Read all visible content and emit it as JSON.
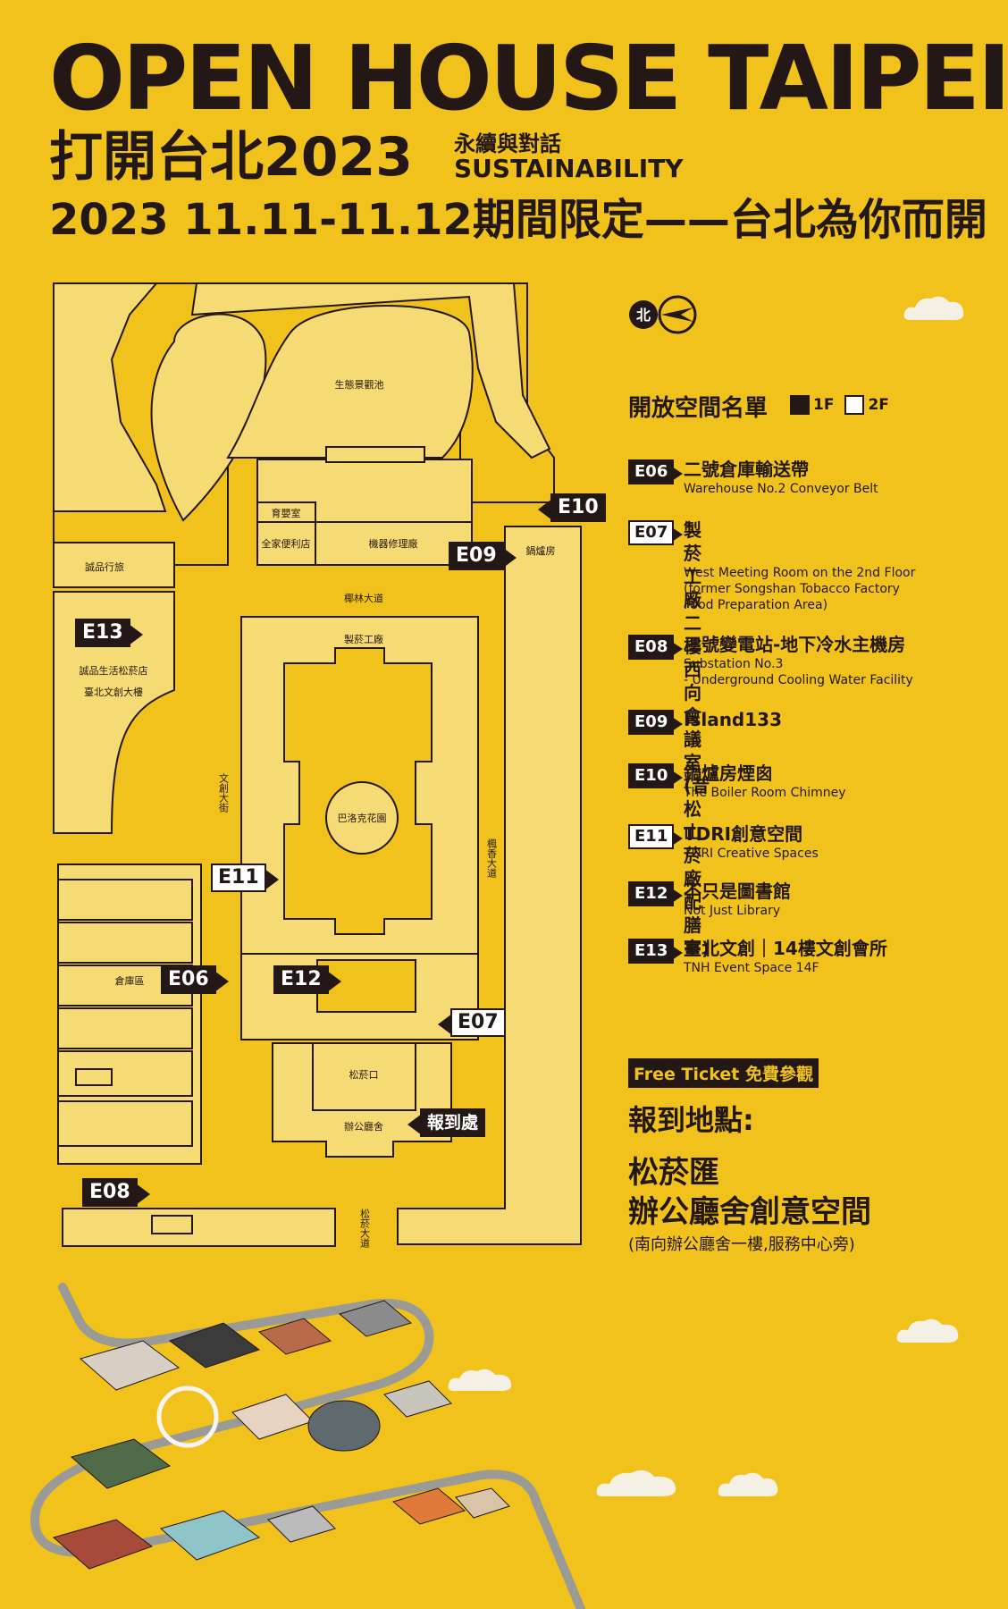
{
  "header": {
    "title": "OPEN HOUSE TAIPEI",
    "subtitle": "打開台北2023",
    "theme_zh": "永續與對話",
    "theme_en": "SUSTAINABILITY",
    "date_line": "2023 11.11-11.12期間限定——台北為你而開"
  },
  "map_labels": {
    "pond": "生態景觀池",
    "nursery": "育嬰室",
    "familymart": "全家便利店",
    "machine": "機器修理廠",
    "boiler": "鍋爐房",
    "eslite_hotel": "誠品行旅",
    "eslite_store": "誠品生活松菸店",
    "tnh": "臺北文創大樓",
    "palm_ave": "椰林大道",
    "factory": "製菸工廠",
    "baroque": "巴洛克花園",
    "wenchuang_st": "文創大街",
    "maple_ave": "楓香大道",
    "warehouse": "倉庫區",
    "songyan_gate": "松菸口",
    "office": "辦公廳舍",
    "songyan_ave": "松菸大道",
    "checkin_tag": "報到處"
  },
  "map_tags": [
    "E06",
    "E07",
    "E08",
    "E09",
    "E10",
    "E11",
    "E12",
    "E13"
  ],
  "north_label": "北",
  "list": {
    "header": "開放空間名單",
    "key_1f": "1F",
    "key_2f": "2F",
    "items": [
      {
        "code": "E06",
        "zh": "二號倉庫輸送帶",
        "en": "Warehouse No.2 Conveyor Belt",
        "floor": "1F"
      },
      {
        "code": "E07",
        "zh": "製菸工廠二樓西向會議室\n(昔松山菸廠配膳室)",
        "en": "West Meeting Room on the 2nd Floor\n(former Songshan Tobacco Factory\nFood Preparation Area)",
        "floor": "2F"
      },
      {
        "code": "E08",
        "zh": "三號變電站-地下冷水主機房",
        "en": "Substation No.3\n- Underground Cooling Water Facility",
        "floor": "1F"
      },
      {
        "code": "E09",
        "zh": "Island133",
        "en": "",
        "floor": "1F"
      },
      {
        "code": "E10",
        "zh": "鍋爐房煙囪",
        "en": "The Boiler Room Chimney",
        "floor": "1F"
      },
      {
        "code": "E11",
        "zh": "TDRI創意空間",
        "en": "TDRI Creative Spaces",
        "floor": "2F"
      },
      {
        "code": "E12",
        "zh": "不只是圖書館",
        "en": "Not Just Library",
        "floor": "1F"
      },
      {
        "code": "E13",
        "zh": "臺北文創｜14樓文創會所",
        "en": "TNH Event Space 14F",
        "floor": "1F"
      }
    ]
  },
  "ticket": "Free Ticket 免費參觀",
  "checkin_label": "報到地點:",
  "venue": "松菸匯\n辦公廳舍創意空間",
  "venue_note": "(南向辦公廳舍一樓,服務中心旁)",
  "colors": {
    "background": "#f1c21b",
    "building": "#f6da74",
    "ink": "#231815"
  }
}
